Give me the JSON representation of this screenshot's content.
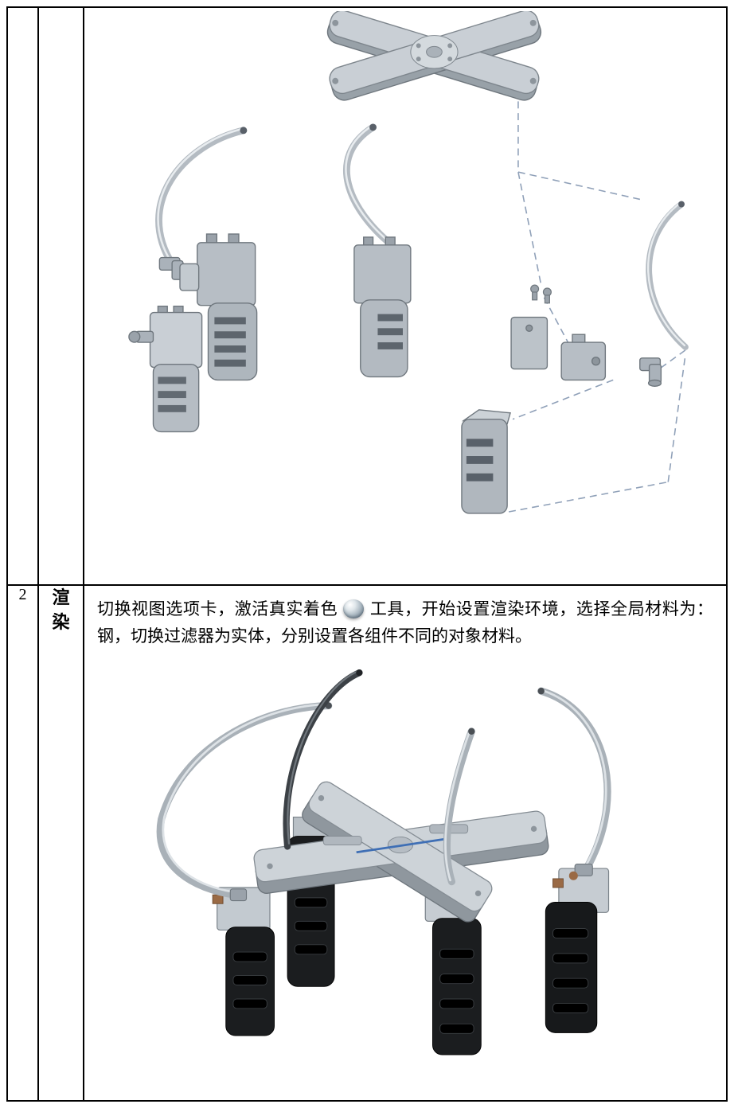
{
  "document": {
    "background": "#ffffff",
    "border_color": "#000000"
  },
  "table": {
    "rows": [
      {
        "index": "",
        "label": "",
        "figure": "exploded-view-cad-figure"
      },
      {
        "index": "2",
        "label": "渲染",
        "text_before_icon": "切换视图选项卡，激活真实着色",
        "inline_icon": "realistic-shading-sphere-icon",
        "text_after_icon": "工具，开始设置渲染环境，选择全局材料为：钢，切换过滤器为实体，分别设置各组件不同的对象材料。",
        "figure": "rendered-assembly-cad-figure"
      }
    ]
  },
  "colors": {
    "cad_body_gray": "#c2c9cf",
    "cad_edge": "#6f777e",
    "cad_dark_part": "#1b1d1f",
    "dashed_guide": "#8fa0b8",
    "tube_gray": "#a9b1b8",
    "copper_fitting": "#9a6a45",
    "blue_detail": "#3f6fb5"
  }
}
